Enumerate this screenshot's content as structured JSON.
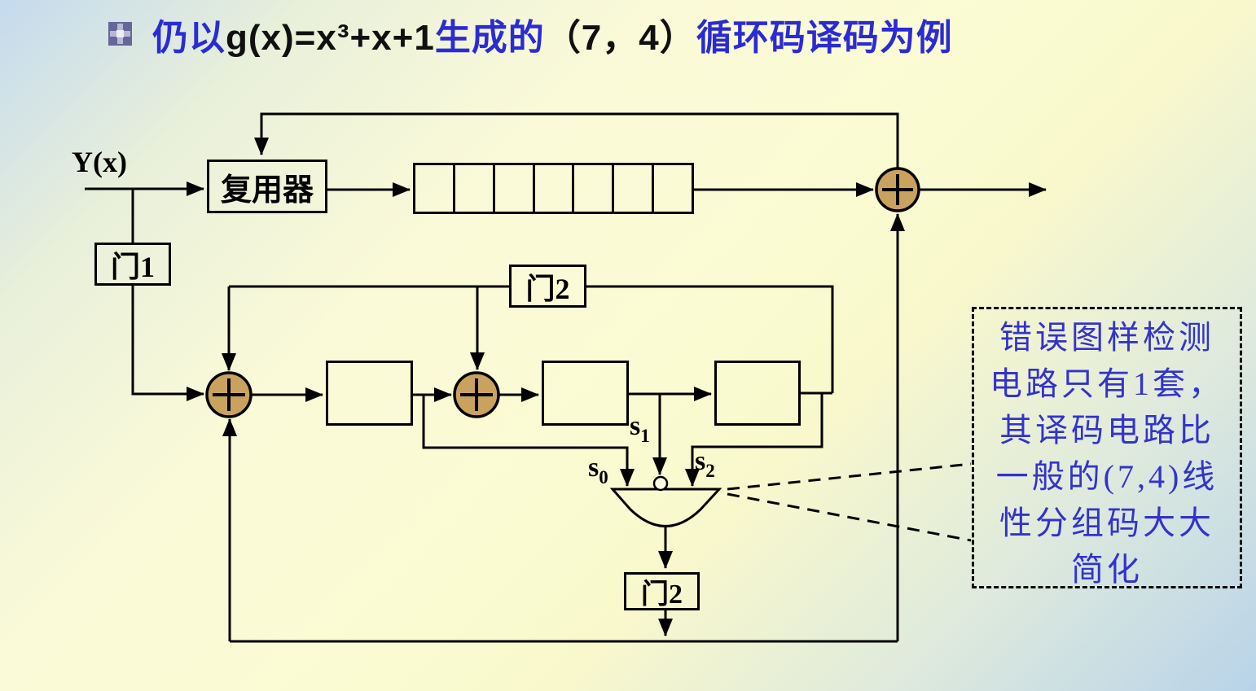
{
  "title": {
    "bullet_icon": "grid-bullet",
    "parts": [
      {
        "text": "仍以",
        "color": "blue"
      },
      {
        "text": "g(x)=x³+x+1",
        "color": "black"
      },
      {
        "text": "生成的",
        "color": "blue"
      },
      {
        "text": "（7，4）",
        "color": "black"
      },
      {
        "text": "循环码译码为例",
        "color": "blue"
      }
    ]
  },
  "diagram": {
    "input_label": "Y(x)",
    "mux_label": "复用器",
    "gate1_label": "门1",
    "gate2_top_label": "门2",
    "gate2_bottom_label": "门2",
    "register_cells": 7,
    "xor_symbol": "+",
    "syndrome_labels": {
      "s0": {
        "base": "s",
        "sub": "0"
      },
      "s1": {
        "base": "s",
        "sub": "1"
      },
      "s2": {
        "base": "s",
        "sub": "2"
      }
    }
  },
  "annotation": {
    "lines": [
      "错误图样检测",
      "电路只有1套，",
      "其译码电路比",
      "一般的(7,4)线",
      "性分组码大大",
      "简化"
    ]
  },
  "colors": {
    "title_blue": "#2b2bd5",
    "annotation_blue": "#3333cc",
    "xor_fill": "#c9a25e",
    "line_black": "#000000",
    "bullet": "#666699",
    "background_blue": "#c4daee",
    "background_yellow": "#fbfbd2"
  }
}
